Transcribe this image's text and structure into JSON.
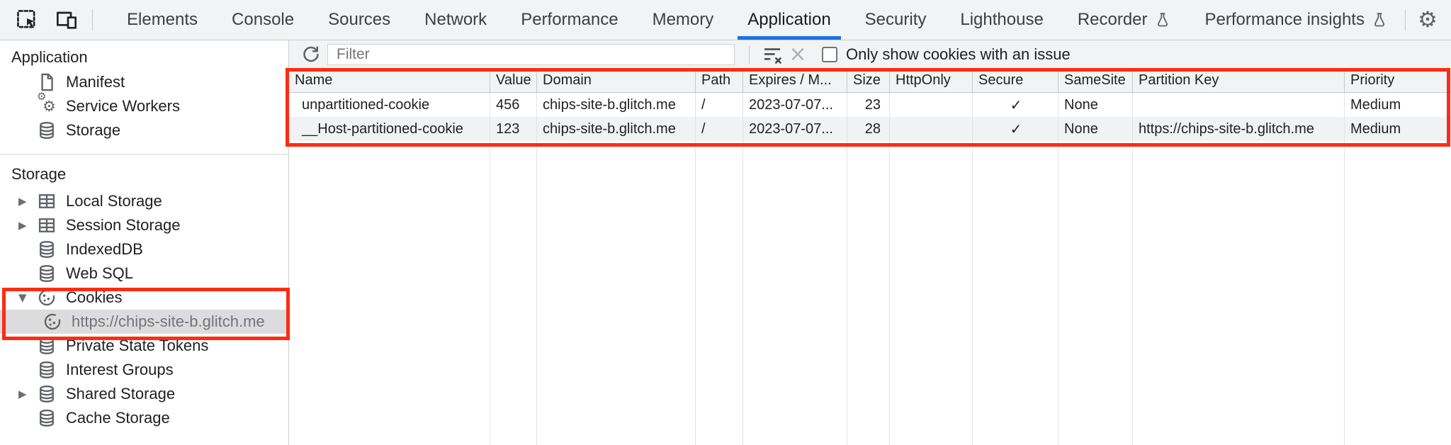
{
  "tab_bar": {
    "tabs": [
      {
        "label": "Elements"
      },
      {
        "label": "Console"
      },
      {
        "label": "Sources"
      },
      {
        "label": "Network"
      },
      {
        "label": "Performance"
      },
      {
        "label": "Memory"
      },
      {
        "label": "Application",
        "selected": true
      },
      {
        "label": "Security"
      },
      {
        "label": "Lighthouse"
      },
      {
        "label": "Recorder",
        "experimental": true
      },
      {
        "label": "Performance insights",
        "experimental": true
      }
    ]
  },
  "sidebar": {
    "sections": [
      {
        "title": "Application",
        "items": [
          {
            "label": "Manifest"
          },
          {
            "label": "Service Workers"
          },
          {
            "label": "Storage"
          }
        ]
      },
      {
        "title": "Storage",
        "items": [
          {
            "label": "Local Storage",
            "expandable": "collapsed"
          },
          {
            "label": "Session Storage",
            "expandable": "collapsed"
          },
          {
            "label": "IndexedDB"
          },
          {
            "label": "Web SQL"
          },
          {
            "label": "Cookies",
            "expandable": "expanded"
          },
          {
            "label": "https://chips-site-b.glitch.me",
            "child": true,
            "selected": true
          },
          {
            "label": "Private State Tokens"
          },
          {
            "label": "Interest Groups"
          },
          {
            "label": "Shared Storage",
            "expandable": "collapsed"
          },
          {
            "label": "Cache Storage"
          }
        ]
      }
    ]
  },
  "toolbar": {
    "filter_placeholder": "Filter",
    "issue_checkbox_label": "Only show cookies with an issue",
    "issue_checkbox_checked": false
  },
  "cookie_table": {
    "columns": [
      "Name",
      "Value",
      "Domain",
      "Path",
      "Expires / M...",
      "Size",
      "HttpOnly",
      "Secure",
      "SameSite",
      "Partition Key",
      "Priority"
    ],
    "rows": [
      {
        "name": "unpartitioned-cookie",
        "value": "456",
        "domain": "chips-site-b.glitch.me",
        "path": "/",
        "expires": "2023-07-07...",
        "size": "23",
        "http_only": "",
        "secure": "✓",
        "same_site": "None",
        "partition_key": "",
        "priority": "Medium"
      },
      {
        "name": "__Host-partitioned-cookie",
        "value": "123",
        "domain": "chips-site-b.glitch.me",
        "path": "/",
        "expires": "2023-07-07...",
        "size": "28",
        "http_only": "",
        "secure": "✓",
        "same_site": "None",
        "partition_key": "https://chips-site-b.glitch.me",
        "priority": "Medium"
      }
    ]
  },
  "colors": {
    "annotation_red": "#fe2c12",
    "accent_blue": "#1a73e8",
    "toolbar_bg": "#f1f3f4",
    "selected_item_bg": "#dcdcde",
    "row_stripe_bg": "#f1f2f3"
  }
}
